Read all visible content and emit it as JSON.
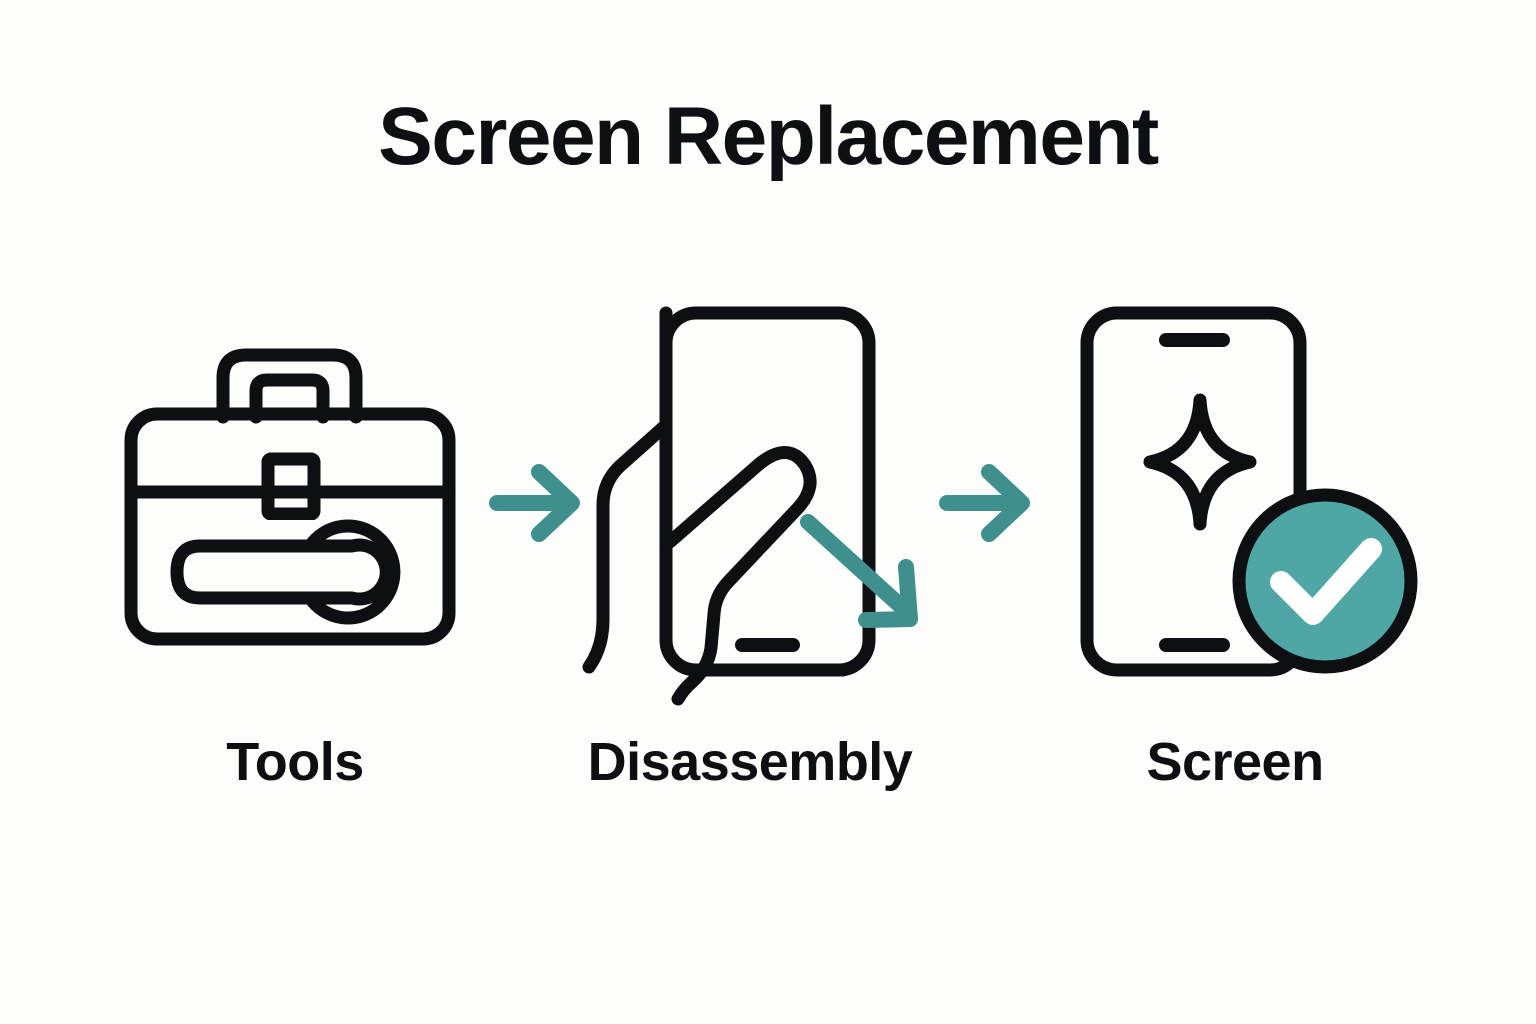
{
  "title": "Screen Replacement",
  "background_color": "#fdfdfc",
  "colors": {
    "ink": "#0d0f12",
    "accent_arrow": "#3f8f8e",
    "accent_badge": "#4fa7a5",
    "check_mark": "#ffffff"
  },
  "steps": [
    {
      "label": "Tools",
      "icon": "toolbox-wrench-icon",
      "details": [
        "toolbox-handle",
        "toolbox-body",
        "toolbox-divider",
        "toolbox-latch",
        "wrench"
      ]
    },
    {
      "label": "Disassembly",
      "icon": "hand-holding-phone-icon",
      "details": [
        "phone-frame",
        "hand",
        "home-bar",
        "pull-arrow-diagonal"
      ]
    },
    {
      "label": "Screen",
      "icon": "phone-sparkle-check-icon",
      "details": [
        "phone-frame",
        "earpiece-speaker",
        "sparkle",
        "home-bar",
        "check-circle-badge"
      ]
    }
  ],
  "connectors": [
    {
      "name": "arrow-right-1",
      "from": "Tools",
      "to": "Disassembly"
    },
    {
      "name": "arrow-right-2",
      "from": "Disassembly",
      "to": "Screen"
    }
  ]
}
